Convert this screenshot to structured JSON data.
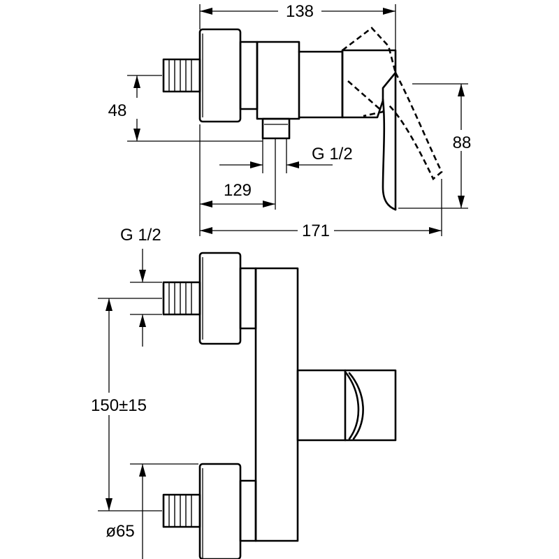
{
  "dimensions": {
    "overall_depth_top": "138",
    "inlet_height": "48",
    "lever_height": "88",
    "thread_outlet": "G 1/2",
    "outlet_depth": "129",
    "overall_depth": "171",
    "thread_inlet": "G 1/2",
    "centre_distance": "150±15",
    "escutcheon_diameter": "ø65"
  },
  "colors": {
    "line": "#000000",
    "background": "#ffffff"
  }
}
